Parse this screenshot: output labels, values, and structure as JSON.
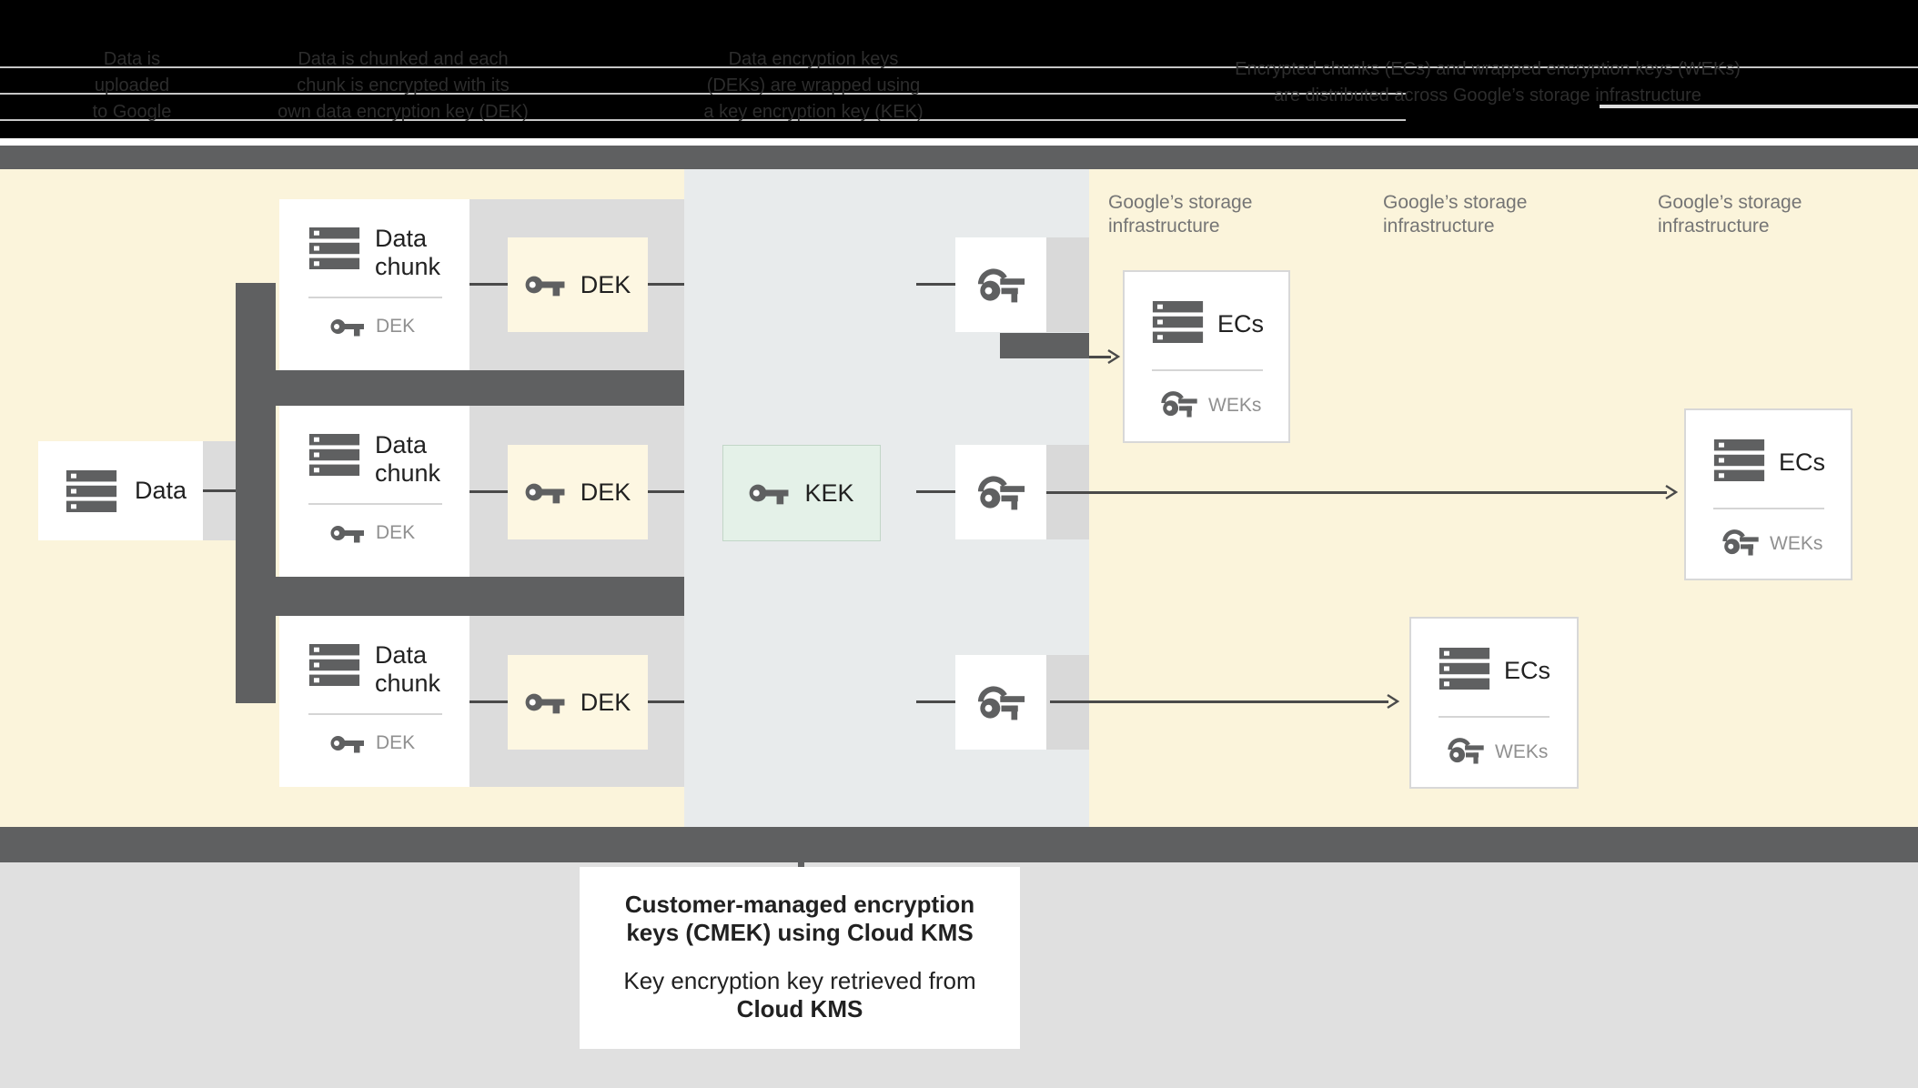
{
  "header": {
    "captions": [
      {
        "lines": [
          "Data is",
          "uploaded",
          "to Google"
        ]
      },
      {
        "lines": [
          "Data is chunked and each",
          "chunk is encrypted with its",
          "own data encryption key (DEK)"
        ]
      },
      {
        "lines": [
          "Data encryption keys",
          "(DEKs) are wrapped using",
          "a key encryption key (KEK)"
        ]
      },
      {
        "lines": [
          "Encrypted chunks (ECs) and wrapped encryption keys (WEKs)",
          "are distributed across Google’s storage infrastructure"
        ]
      }
    ]
  },
  "diagram": {
    "data_label": "Data",
    "data_chunk_label": "Data chunk",
    "dek_small_label": "DEK",
    "dek_box_label": "DEK",
    "kek_label": "KEK",
    "ecs_label": "ECs",
    "weks_label": "WEKs",
    "storage_label": "Google’s storage infrastructure"
  },
  "caption_box": {
    "title": "Customer-managed encryption keys (CMEK) using Cloud KMS",
    "subtitle": "Key encryption key retrieved from",
    "subtitle_bold": "Cloud KMS"
  },
  "colors": {
    "yellow_bg": "#FBF4DB",
    "dek_yellow": "#FDF7E2",
    "kms_panel_gray_blue": "#E8EBEC",
    "kek_green": "#E4F1E8",
    "dark_gray": "#5F6061",
    "row_panel_gray": "#DCDCDC",
    "bottom_gray": "#E0E0E0",
    "text_dark": "#212121",
    "text_gray": "#757575",
    "header_bg": "#000000"
  }
}
